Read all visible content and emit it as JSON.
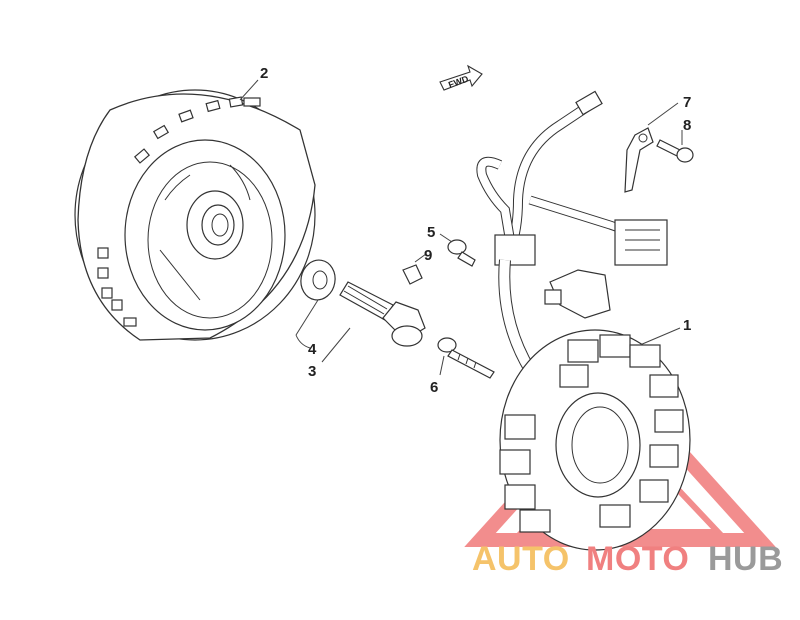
{
  "diagram": {
    "callouts": [
      "1",
      "2",
      "3",
      "4",
      "5",
      "6",
      "7",
      "8",
      "9"
    ],
    "direction_label": "FWD"
  },
  "watermark": {
    "text_auto": "AUTO",
    "text_moto": "MOTO",
    "text_hub": "HUB",
    "colors": {
      "auto": "#f5c36a",
      "moto": "#f08080",
      "hub": "#9a9a9a",
      "triangle": "#f07a7a"
    }
  }
}
